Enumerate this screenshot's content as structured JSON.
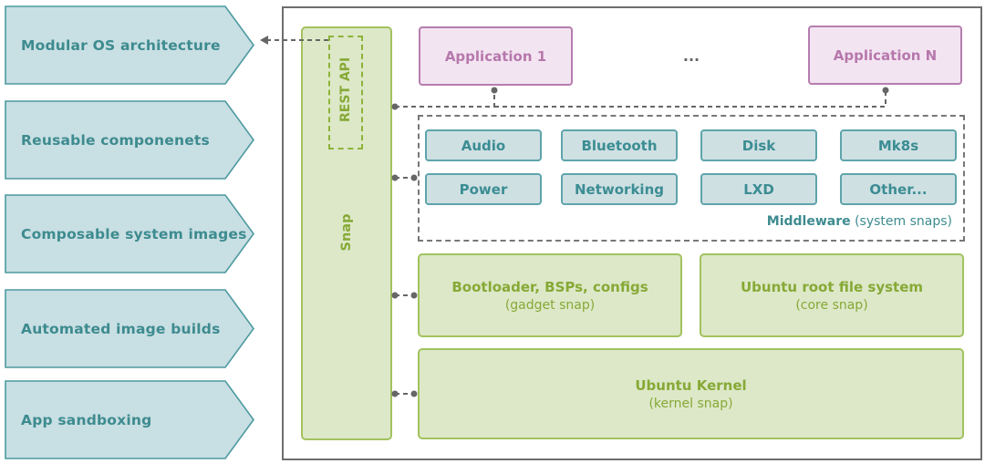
{
  "features": [
    "Modular OS architecture",
    "Reusable componenets",
    "Composable system images",
    "Automated image builds",
    "App sandboxing"
  ],
  "snap": {
    "label": "Snap",
    "api_label": "REST API"
  },
  "apps": {
    "first": "Application 1",
    "ellipsis": "...",
    "last": "Application N"
  },
  "middleware": {
    "items": [
      "Audio",
      "Bluetooth",
      "Disk",
      "Mk8s",
      "Power",
      "Networking",
      "LXD",
      "Other..."
    ],
    "caption_bold": "Middleware",
    "caption_rest": " (system snaps)"
  },
  "gadget": {
    "title": "Bootloader, BSPs, configs",
    "subtitle": "(gadget snap)"
  },
  "core": {
    "title": "Ubuntu root file system",
    "subtitle": "(core snap)"
  },
  "kernel": {
    "title": "Ubuntu Kernel",
    "subtitle": "(kernel snap)"
  },
  "colors": {
    "feature_fill": "#c8dfe3",
    "feature_border": "#4d9aa0",
    "snap_fill": "#dde8c8",
    "snap_border": "#a2c25e",
    "app_fill": "#f3e4f1",
    "app_border": "#b67daf",
    "connector": "#666666"
  }
}
